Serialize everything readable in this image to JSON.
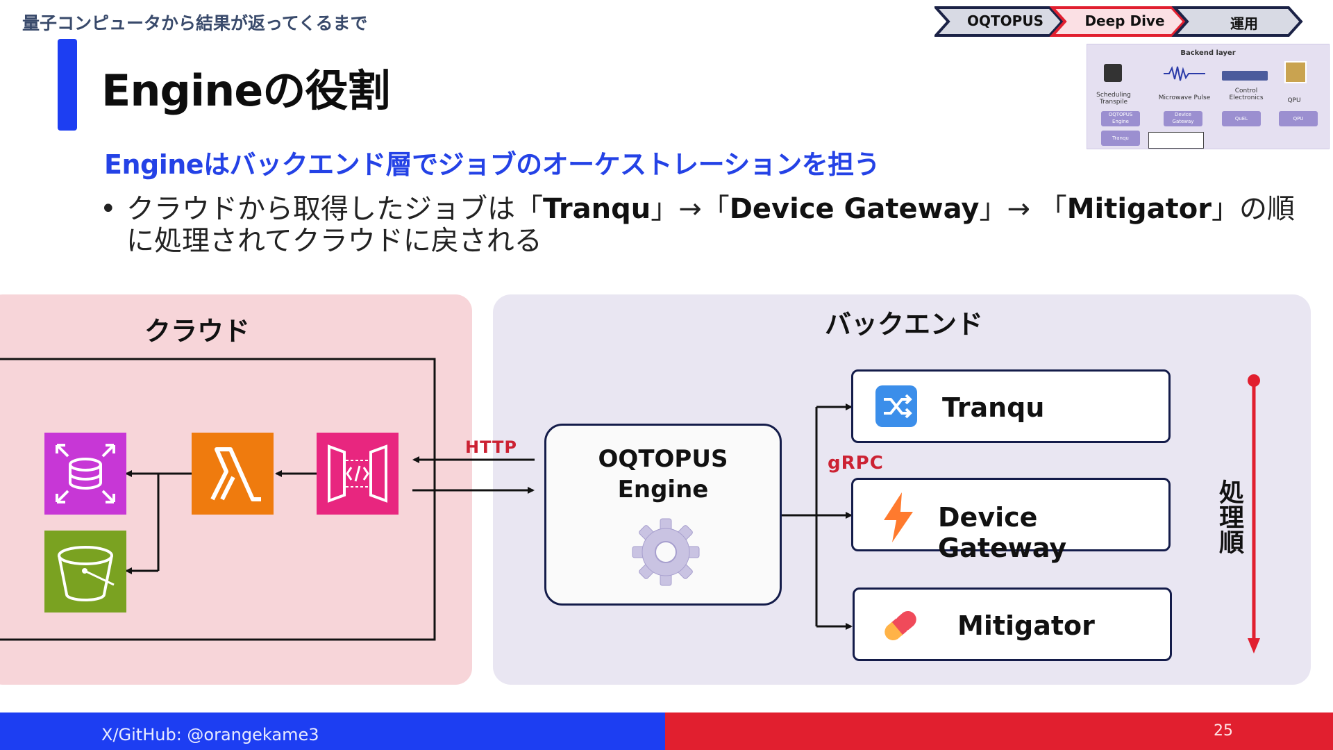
{
  "header": {
    "super_title": "量子コンピュータから結果が返ってくるまで",
    "title": "Engineの役割",
    "subtitle": "Engineはバックエンド層でジョブのオーケストレーションを担う"
  },
  "bullet": {
    "marker": "•",
    "parts": [
      "クラウドから取得したジョブは「",
      "Tranqu",
      "」→「",
      "Device Gateway",
      "」→ 「",
      "Mitigator",
      "」の順に処理されてクラウドに戻される"
    ]
  },
  "breadcrumbs": [
    {
      "label": "OQTOPUS",
      "active": false
    },
    {
      "label": "Deep Dive",
      "active": true
    },
    {
      "label": "運用",
      "active": false
    }
  ],
  "thumbnail": {
    "title": "Backend layer",
    "items": [
      "Scheduling Transpile",
      "Microwave Pulse",
      "Control Electronics",
      "QPU"
    ],
    "pills": [
      "OQTOPUS Engine",
      "Device Gateway",
      "QuEL",
      "QPU",
      "Tranqu"
    ]
  },
  "diagram": {
    "cloud_title": "クラウド",
    "backend_title": "バックエンド",
    "http_label": "HTTP",
    "grpc_label": "gRPC",
    "engine_label_1": "OQTOPUS",
    "engine_label_2": "Engine",
    "services": [
      {
        "label": "Tranqu",
        "icon": "shuffle-icon"
      },
      {
        "label": "Device Gateway",
        "icon": "lightning-icon"
      },
      {
        "label": "Mitigator",
        "icon": "pill-icon"
      }
    ],
    "order_label": "処理順",
    "aws_icons": [
      "database-icon",
      "lambda-icon",
      "api-gateway-icon",
      "bucket-icon"
    ],
    "colors": {
      "db": "#c737d6",
      "lambda": "#ef7b0e",
      "apigw": "#e8267f",
      "s3": "#7aa221",
      "accent_blue": "#1d3ef2",
      "accent_red": "#e11f2f"
    }
  },
  "footer": {
    "handle": "X/GitHub: @orangekame3",
    "page": "25"
  }
}
